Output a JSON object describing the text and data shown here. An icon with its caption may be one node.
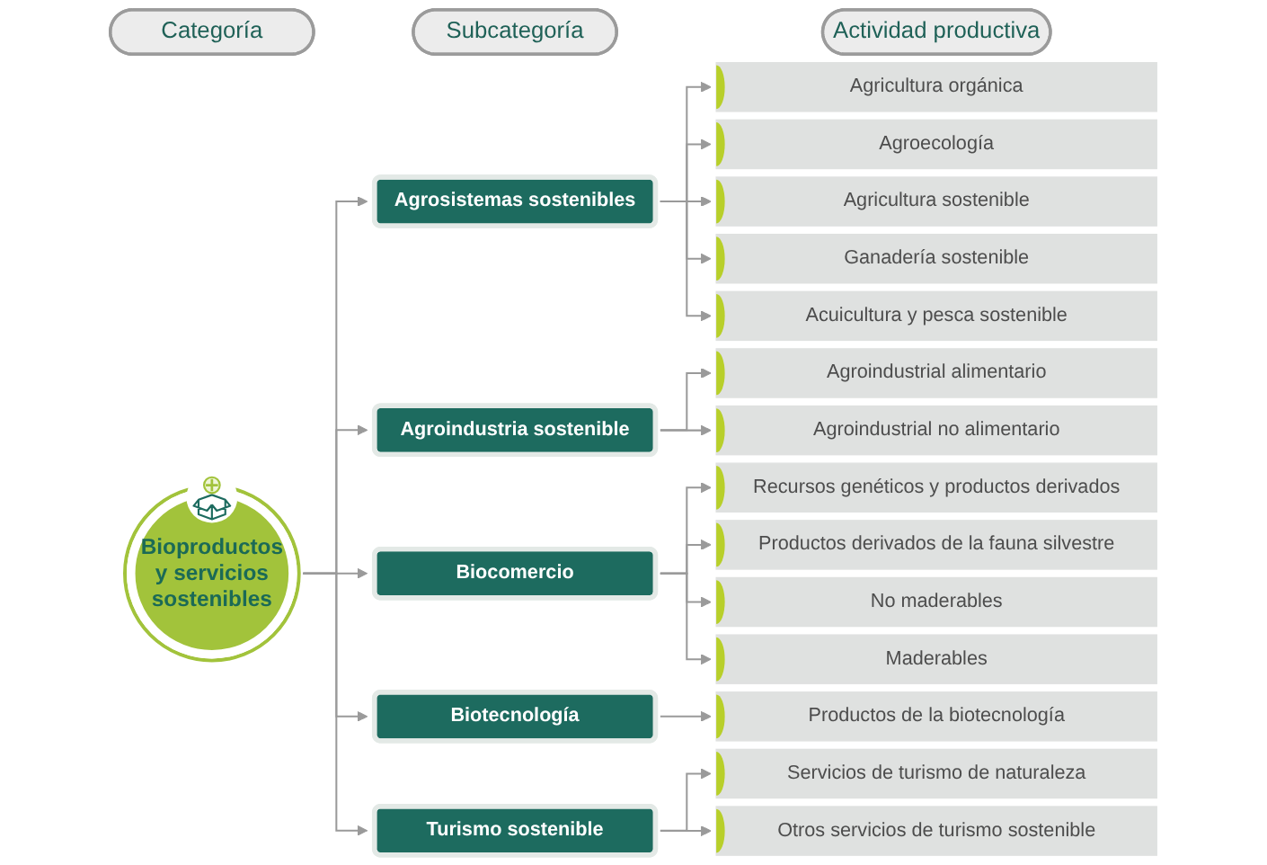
{
  "diagram": {
    "nodes": [
      {
        "text": [
          "Categoría"
        ]
      },
      {
        "text": [
          "Subcategoría"
        ]
      },
      {
        "text": [
          "Actividad productiva"
        ]
      },
      {
        "text": [
          "Bioproductos y servicios sostenibles"
        ]
      },
      {
        "text": [
          "Agrosistemas sostenibles"
        ]
      },
      {
        "text": [
          "Agricultura orgánica"
        ]
      },
      {
        "text": [
          "Agroecología"
        ]
      },
      {
        "text": [
          "Agricultura sostenible"
        ]
      },
      {
        "text": [
          "Ganadería sostenible"
        ]
      },
      {
        "text": [
          "Acuicultura y pesca sostenible"
        ]
      },
      {
        "text": [
          "Agroindustria sostenible"
        ]
      },
      {
        "text": [
          "Agroindustrial alimentario"
        ]
      },
      {
        "text": [
          "Agroindustrial no alimentario"
        ]
      },
      {
        "text": [
          "Biocomercio"
        ]
      },
      {
        "text": [
          "Recursos genéticos y productos derivados"
        ]
      },
      {
        "text": [
          "Productos derivados de la fauna silvestre"
        ]
      },
      {
        "text": [
          "No maderables"
        ]
      },
      {
        "text": [
          "Maderables"
        ]
      },
      {
        "text": [
          "Biotecnología"
        ]
      },
      {
        "text": [
          "Productos de la biotecnología"
        ]
      },
      {
        "text": [
          "Turismo sostenible"
        ]
      },
      {
        "text": [
          "Servicios de turismo de naturaleza"
        ]
      },
      {
        "text": [
          "Otros servicios de turismo sostenible"
        ]
      }
    ],
    "edges": [
      {
        "from": 3,
        "to": 4,
        "arrow": "to"
      },
      {
        "from": 3,
        "to": 10,
        "arrow": "to"
      },
      {
        "from": 3,
        "to": 13,
        "arrow": "to"
      },
      {
        "from": 3,
        "to": 18,
        "arrow": "to"
      },
      {
        "from": 3,
        "to": 20,
        "arrow": "to"
      },
      {
        "from": 4,
        "to": 5,
        "arrow": "to"
      },
      {
        "from": 4,
        "to": 6,
        "arrow": "to"
      },
      {
        "from": 4,
        "to": 7,
        "arrow": "to"
      },
      {
        "from": 4,
        "to": 8,
        "arrow": "to"
      },
      {
        "from": 4,
        "to": 9,
        "arrow": "to"
      },
      {
        "from": 10,
        "to": 11,
        "arrow": "to"
      },
      {
        "from": 10,
        "to": 12,
        "arrow": "to"
      },
      {
        "from": 13,
        "to": 14,
        "arrow": "to"
      },
      {
        "from": 13,
        "to": 15,
        "arrow": "to"
      },
      {
        "from": 13,
        "to": 16,
        "arrow": "to"
      },
      {
        "from": 13,
        "to": 17,
        "arrow": "to"
      },
      {
        "from": 18,
        "to": 19,
        "arrow": "to"
      },
      {
        "from": 20,
        "to": 21,
        "arrow": "to"
      },
      {
        "from": 20,
        "to": 22,
        "arrow": "to"
      }
    ]
  }
}
